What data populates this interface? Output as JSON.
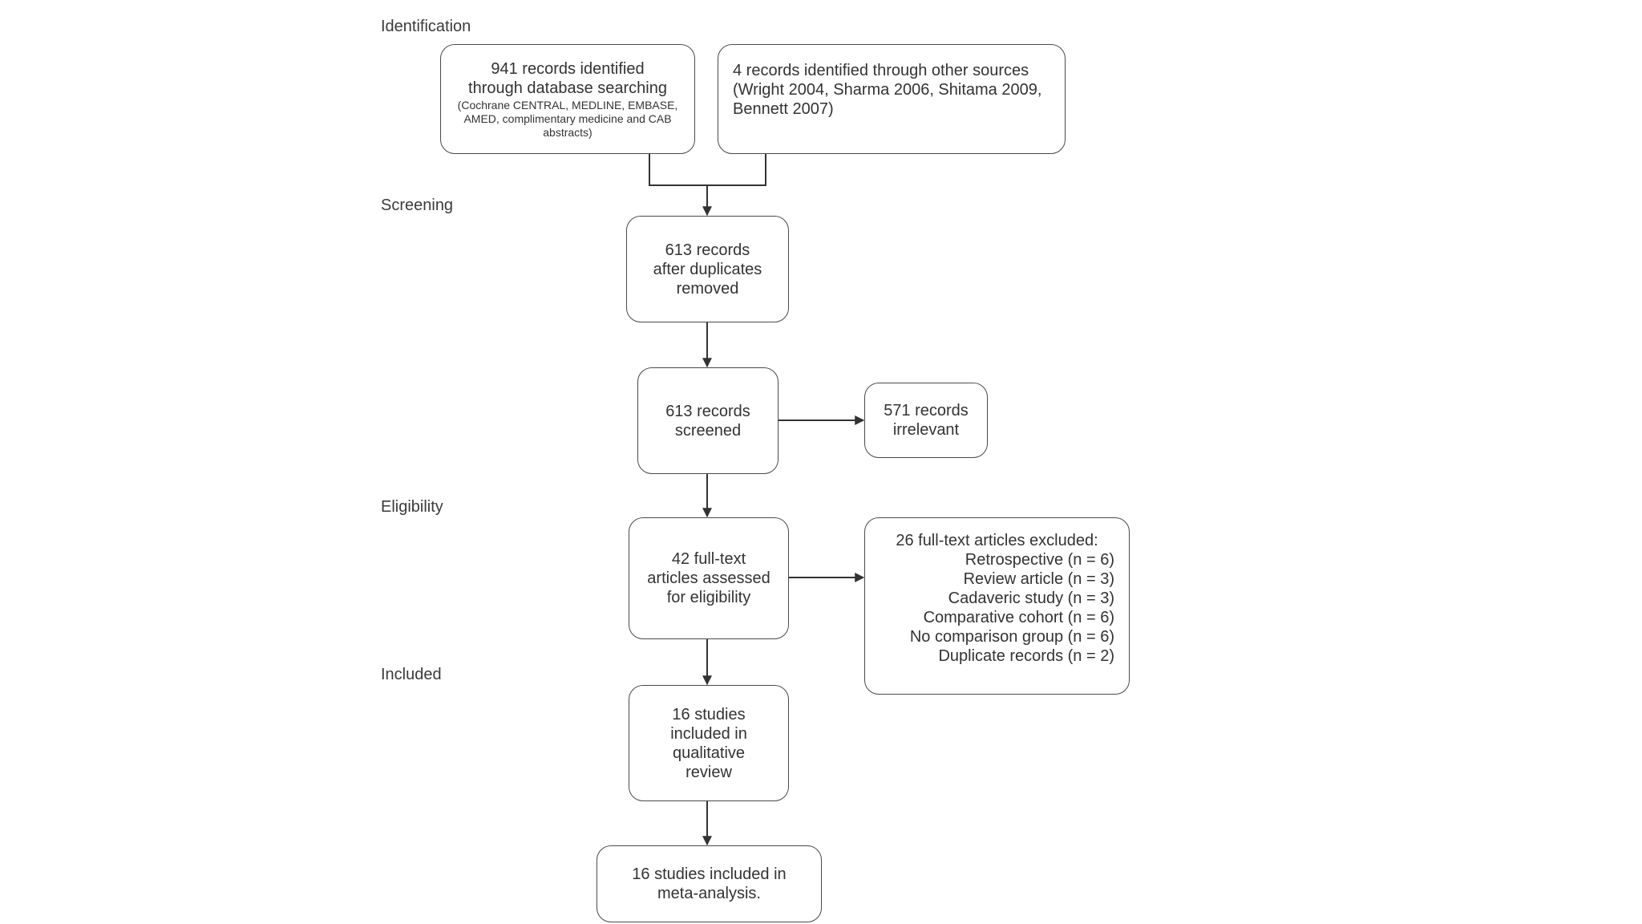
{
  "stages": {
    "identification": "Identification",
    "screening": "Screening",
    "eligibility": "Eligibility",
    "included": "Included"
  },
  "boxes": {
    "database_records": {
      "main": "941 records identified\nthrough database searching",
      "sub": "(Cochrane CENTRAL, MEDLINE, EMBASE,\nAMED, complimentary medicine and CAB\nabstracts)"
    },
    "other_sources": "4 records identified through other sources\n(Wright 2004, Sharma 2006, Shitama 2009,\nBennett 2007)",
    "after_duplicates": "613 records\nafter duplicates\nremoved",
    "screened": "613 records\nscreened",
    "irrelevant": "571 records\nirrelevant",
    "full_text_assessed": "42 full-text\narticles assessed\nfor eligibility",
    "excluded": {
      "title": "26 full-text articles excluded:",
      "reasons": [
        "Retrospective (n = 6)",
        "Review article (n = 3)",
        "Cadaveric study (n = 3)",
        "Comparative cohort (n = 6)",
        "No comparison group (n = 6)",
        "Duplicate records (n = 2)"
      ]
    },
    "qualitative": "16 studies\nincluded in\nqualitative\nreview",
    "meta_analysis": "16 studies included in\nmeta-analysis."
  }
}
